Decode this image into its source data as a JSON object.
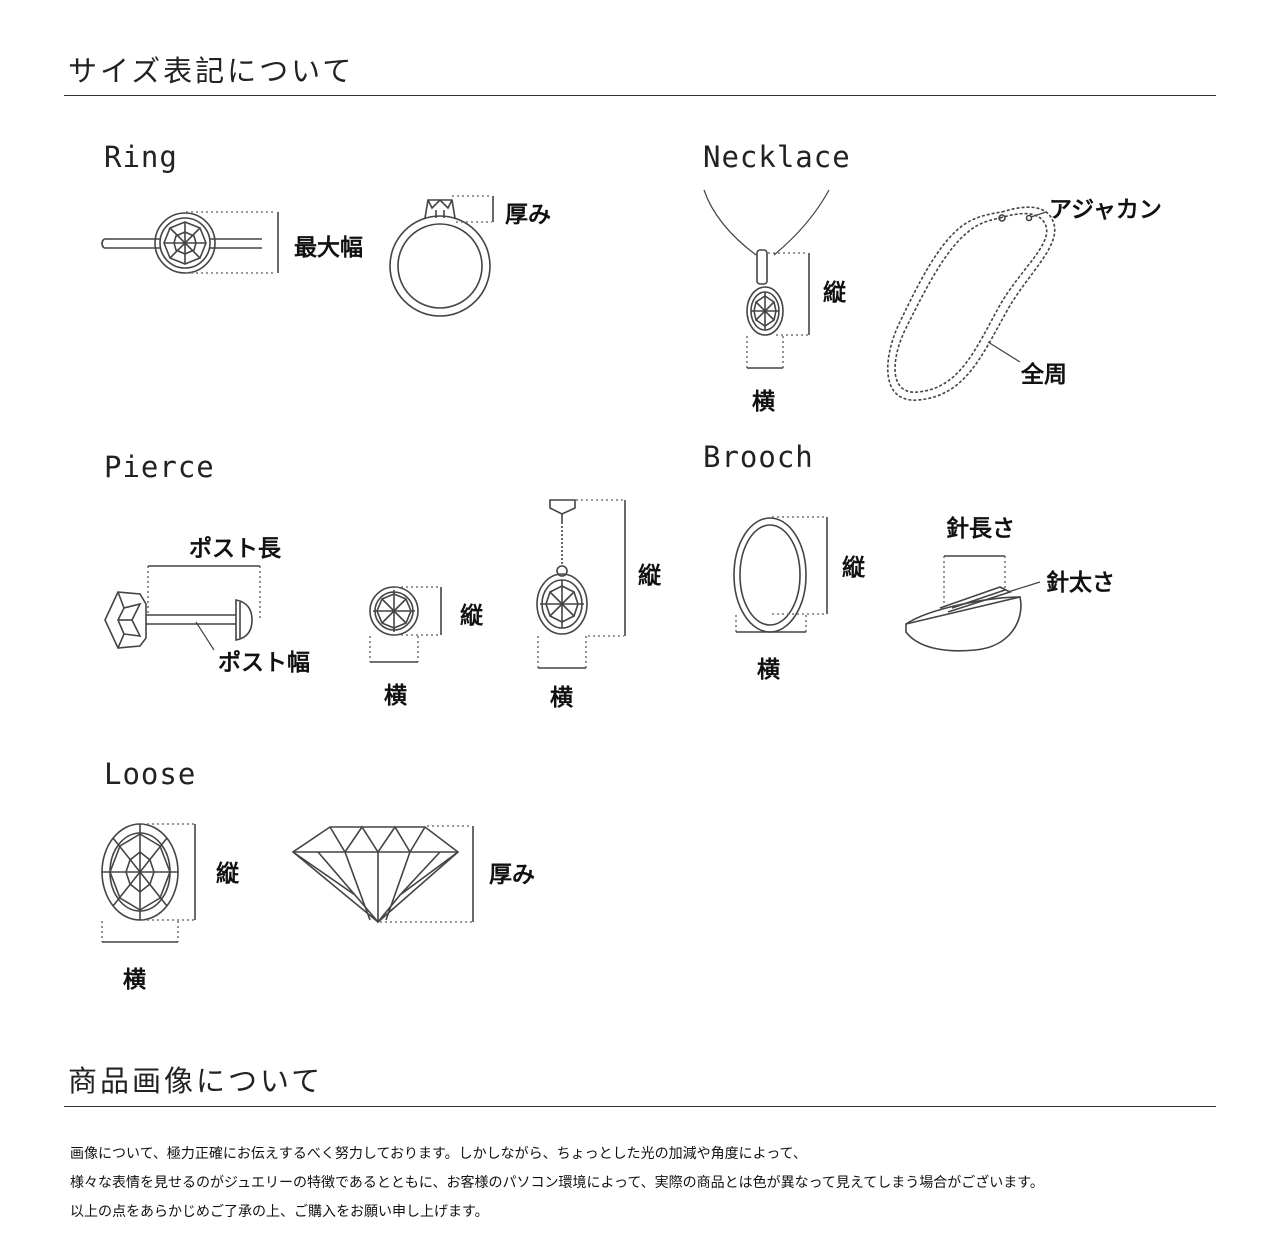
{
  "size_section": {
    "title": "サイズ表記について",
    "ring": {
      "name": "Ring",
      "max_width": "最大幅",
      "thickness": "厚み"
    },
    "necklace": {
      "name": "Necklace",
      "clasp": "アジャカン",
      "height": "縦",
      "width": "横",
      "total_length": "全周"
    },
    "pierce": {
      "name": "Pierce",
      "post_length": "ポスト長",
      "post_width": "ポスト幅",
      "stud_height": "縦",
      "stud_width": "横",
      "drop_height": "縦",
      "drop_width": "横"
    },
    "brooch": {
      "name": "Brooch",
      "height": "縦",
      "width": "横",
      "pin_length": "針長さ",
      "pin_thickness": "針太さ"
    },
    "loose": {
      "name": "Loose",
      "height": "縦",
      "width": "横",
      "thickness": "厚み"
    }
  },
  "image_section": {
    "title": "商品画像について",
    "lines": [
      "画像について、極力正確にお伝えするべく努力しております。しかしながら、ちょっとした光の加減や角度によって、",
      "様々な表情を見せるのがジュエリーの特徴であるとともに、お客様のパソコン環境によって、実際の商品とは色が異なって見えてしまう場合がございます。",
      "以上の点をあらかじめご了承の上、ご購入をお願い申し上げます。"
    ]
  }
}
